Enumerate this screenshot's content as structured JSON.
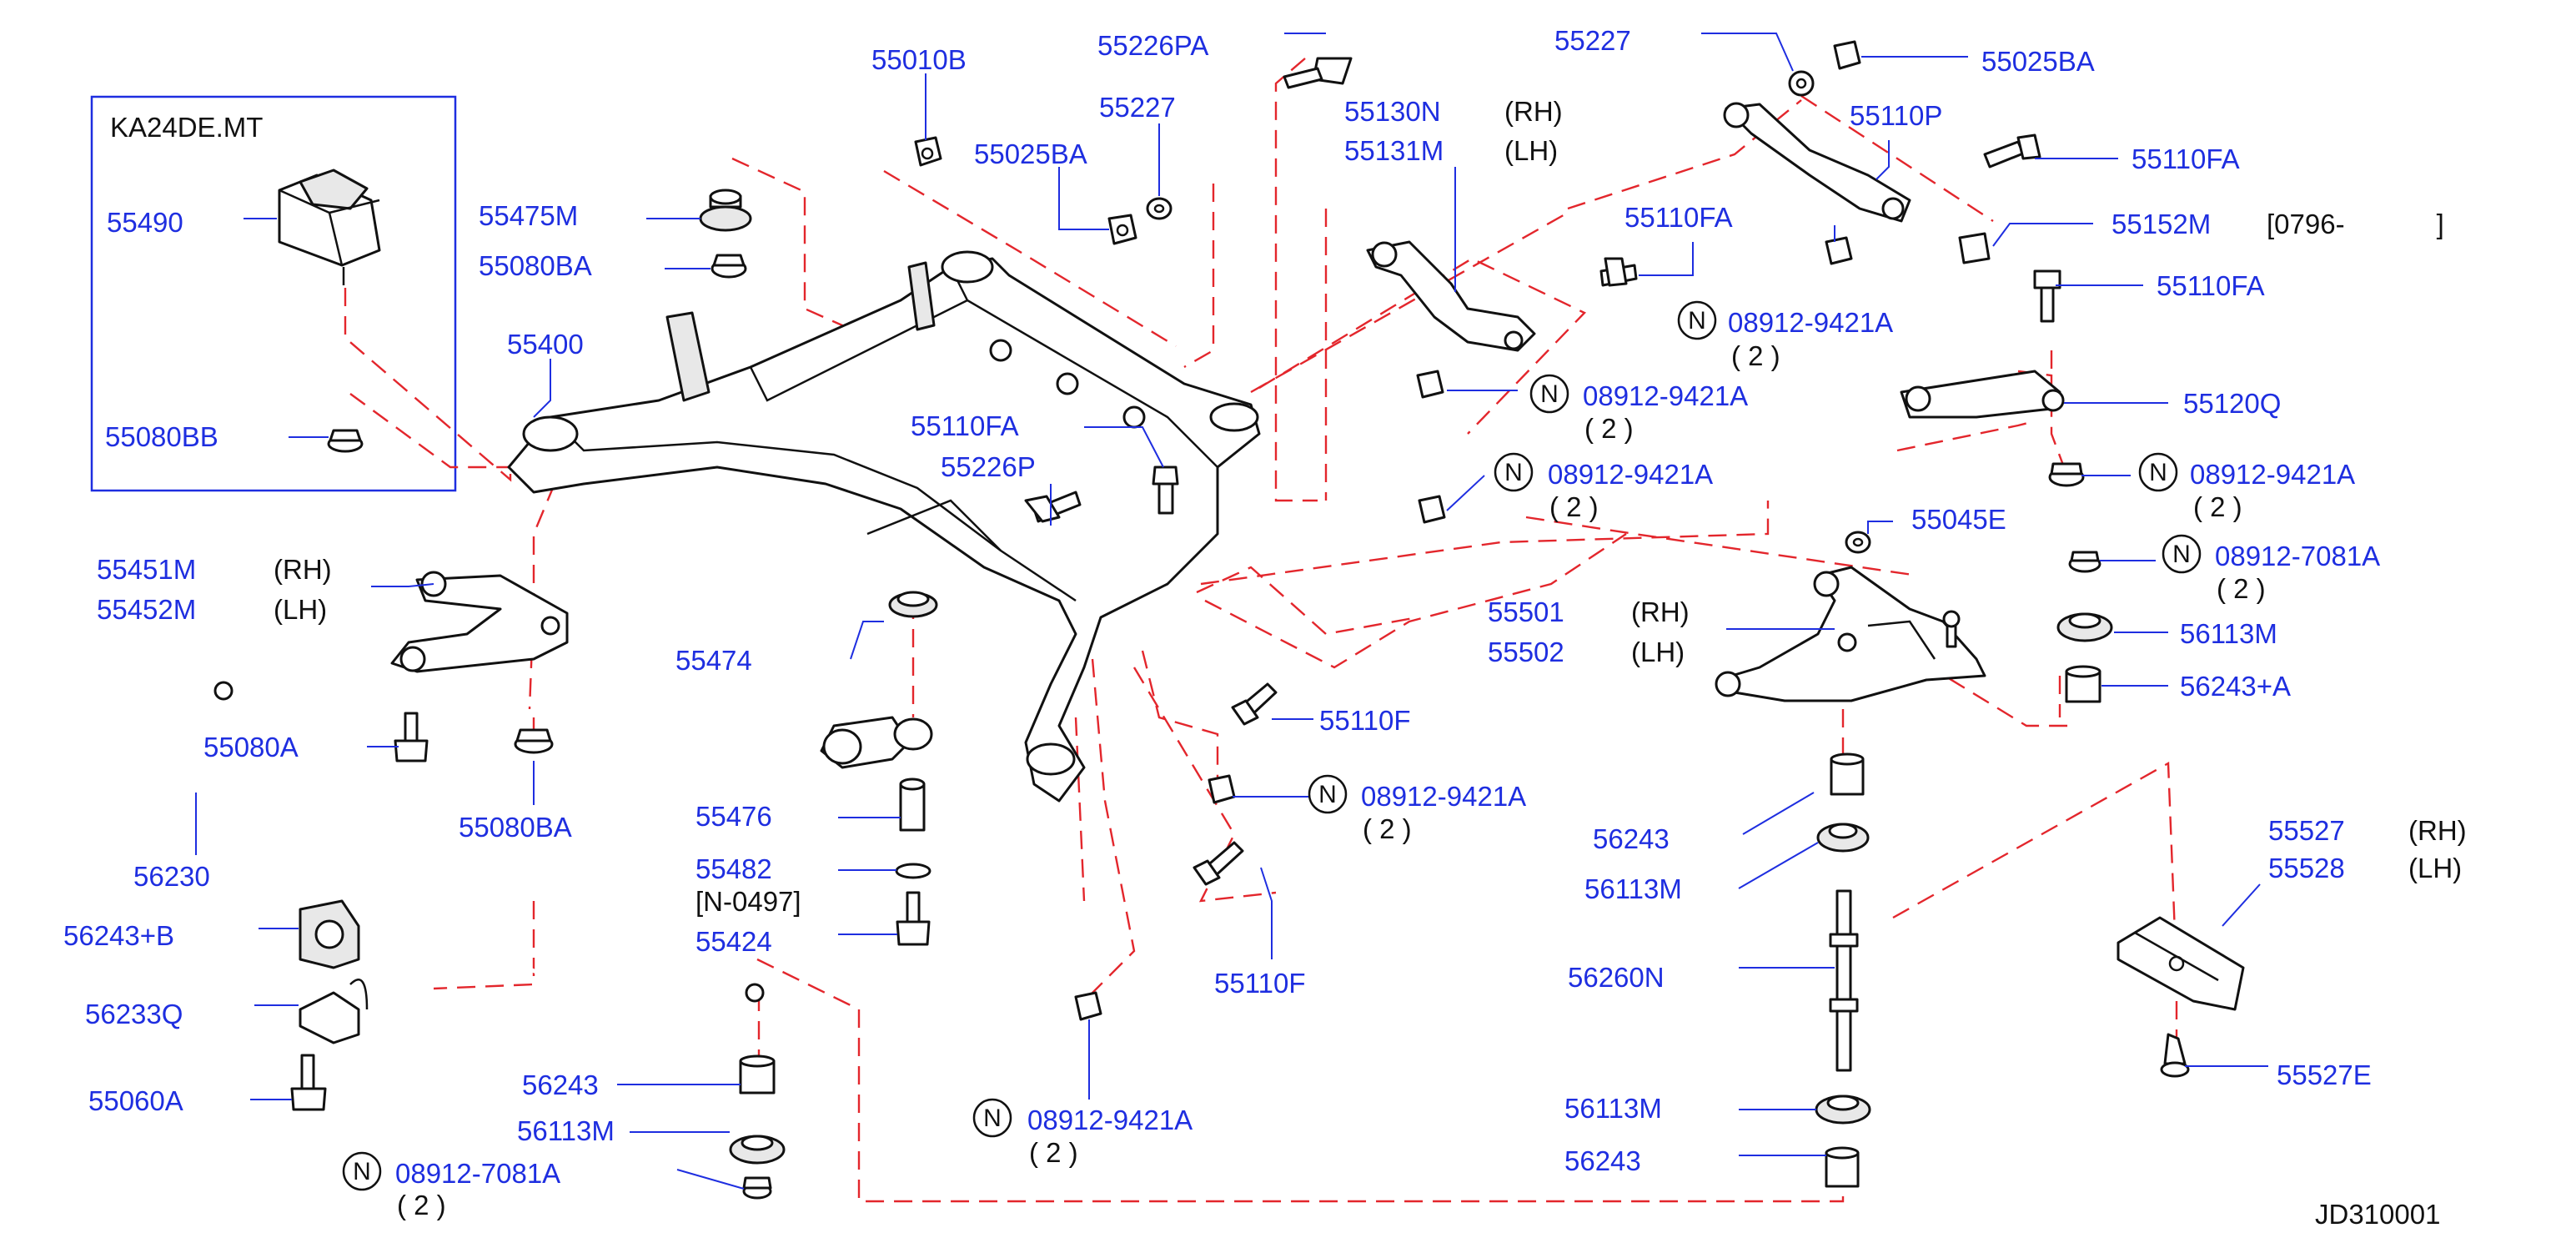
{
  "inset": {
    "title": "KA24DE.MT",
    "part_a": "55490",
    "part_b": "55080BB"
  },
  "labels": {
    "p55010B": "55010B",
    "p55226PA": "55226PA",
    "p55227_a": "55227",
    "p55025BA_a": "55025BA",
    "p55227_b": "55227",
    "p55025BA_b": "55025BA",
    "p55130N": "55130N",
    "p55131M": "55131M",
    "rh": "(RH)",
    "lh": "(LH)",
    "p55110P": "55110P",
    "p55110FA_a": "55110FA",
    "p55110FA_b": "55110FA",
    "p55152M": "55152M",
    "range_55152M": "[0796-            ]",
    "p55110FA_c": "55110FA",
    "p55475M": "55475M",
    "p55080BA_a": "55080BA",
    "p55400": "55400",
    "p55110FA_d": "55110FA",
    "p55226P": "55226P",
    "p55120Q": "55120Q",
    "p55045E": "55045E",
    "p55451M": "55451M",
    "p55452M": "55452M",
    "p55474": "55474",
    "p55501": "55501",
    "p55502": "55502",
    "p56113M_a": "56113M",
    "p56243A": "56243+A",
    "p55080A": "55080A",
    "p55080BA_b": "55080BA",
    "p55110F_a": "55110F",
    "p56230": "56230",
    "p55476": "55476",
    "p55482": "55482",
    "range_55482": "[N-0497]",
    "p55424": "55424",
    "p56243_a": "56243",
    "p56113M_b": "56113M",
    "p55527": "55527",
    "p55528": "55528",
    "p56243B": "56243+B",
    "p56233Q": "56233Q",
    "p55060A": "55060A",
    "p55110F_b": "55110F",
    "p56260N": "56260N",
    "p55527E": "55527E",
    "p56243_b": "56243",
    "p56113M_c": "56113M",
    "p56113M_d": "56113M",
    "p56243_c": "56243",
    "diagram_id": "JD310001"
  },
  "nuts": [
    {
      "symbol": "N",
      "part": "08912-9421A",
      "qty": "( 2 )"
    },
    {
      "symbol": "N",
      "part": "08912-9421A",
      "qty": "( 2 )"
    },
    {
      "symbol": "N",
      "part": "08912-9421A",
      "qty": "( 2 )"
    },
    {
      "symbol": "N",
      "part": "08912-9421A",
      "qty": "( 2 )"
    },
    {
      "symbol": "N",
      "part": "08912-7081A",
      "qty": "( 2 )"
    },
    {
      "symbol": "N",
      "part": "08912-9421A",
      "qty": "( 2 )"
    },
    {
      "symbol": "N",
      "part": "08912-9421A",
      "qty": "( 2 )"
    },
    {
      "symbol": "N",
      "part": "08912-7081A",
      "qty": "( 2 )"
    }
  ],
  "colors": {
    "part_label": "#1e2ee0",
    "text": "#111111",
    "leader_dashed": "#e3262c",
    "leader_solid": "#1e2ee0"
  }
}
